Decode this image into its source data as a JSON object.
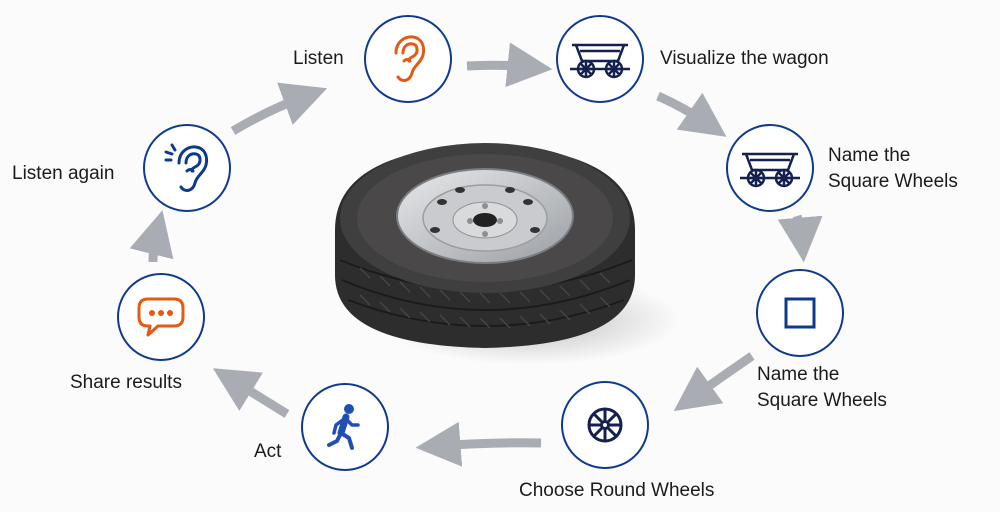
{
  "diagram": {
    "title": "Square Wheels cycle",
    "center_image": "car-tire-with-steel-rim",
    "colors": {
      "background": "#fbfbfc",
      "circle_border": "#0d3a8c",
      "icon_navy": "#14204f",
      "icon_orange": "#e35a14",
      "icon_blue": "#1f4fb5",
      "arrow_gray": "#a9adb3",
      "text": "#1b1b1b"
    },
    "steps": [
      {
        "id": "listen",
        "label": "Listen",
        "icon": "ear-icon",
        "icon_color": "#e35a14"
      },
      {
        "id": "visualize",
        "label": "Visualize the wagon",
        "icon": "wagon-icon",
        "icon_color": "#14204f"
      },
      {
        "id": "name-1",
        "label_line1": "Name the",
        "label_line2": "Square Wheels",
        "icon": "wagon-icon",
        "icon_color": "#14204f"
      },
      {
        "id": "name-2",
        "label_line1": "Name the",
        "label_line2": "Square Wheels",
        "icon": "square-icon",
        "icon_color": "#0d3a8c"
      },
      {
        "id": "choose",
        "label": "Choose Round Wheels",
        "icon": "wheel-icon",
        "icon_color": "#14204f"
      },
      {
        "id": "act",
        "label": "Act",
        "icon": "running-person-icon",
        "icon_color": "#1f4fb5"
      },
      {
        "id": "share",
        "label": "Share results",
        "icon": "speech-bubble-icon",
        "icon_color": "#e35a14"
      },
      {
        "id": "listen-again",
        "label": "Listen again",
        "icon": "ear-with-sound-icon",
        "icon_color": "#0d3a8c"
      }
    ],
    "flow": [
      "listen",
      "visualize",
      "name-1",
      "name-2",
      "choose",
      "act",
      "share",
      "listen-again",
      "listen"
    ]
  }
}
